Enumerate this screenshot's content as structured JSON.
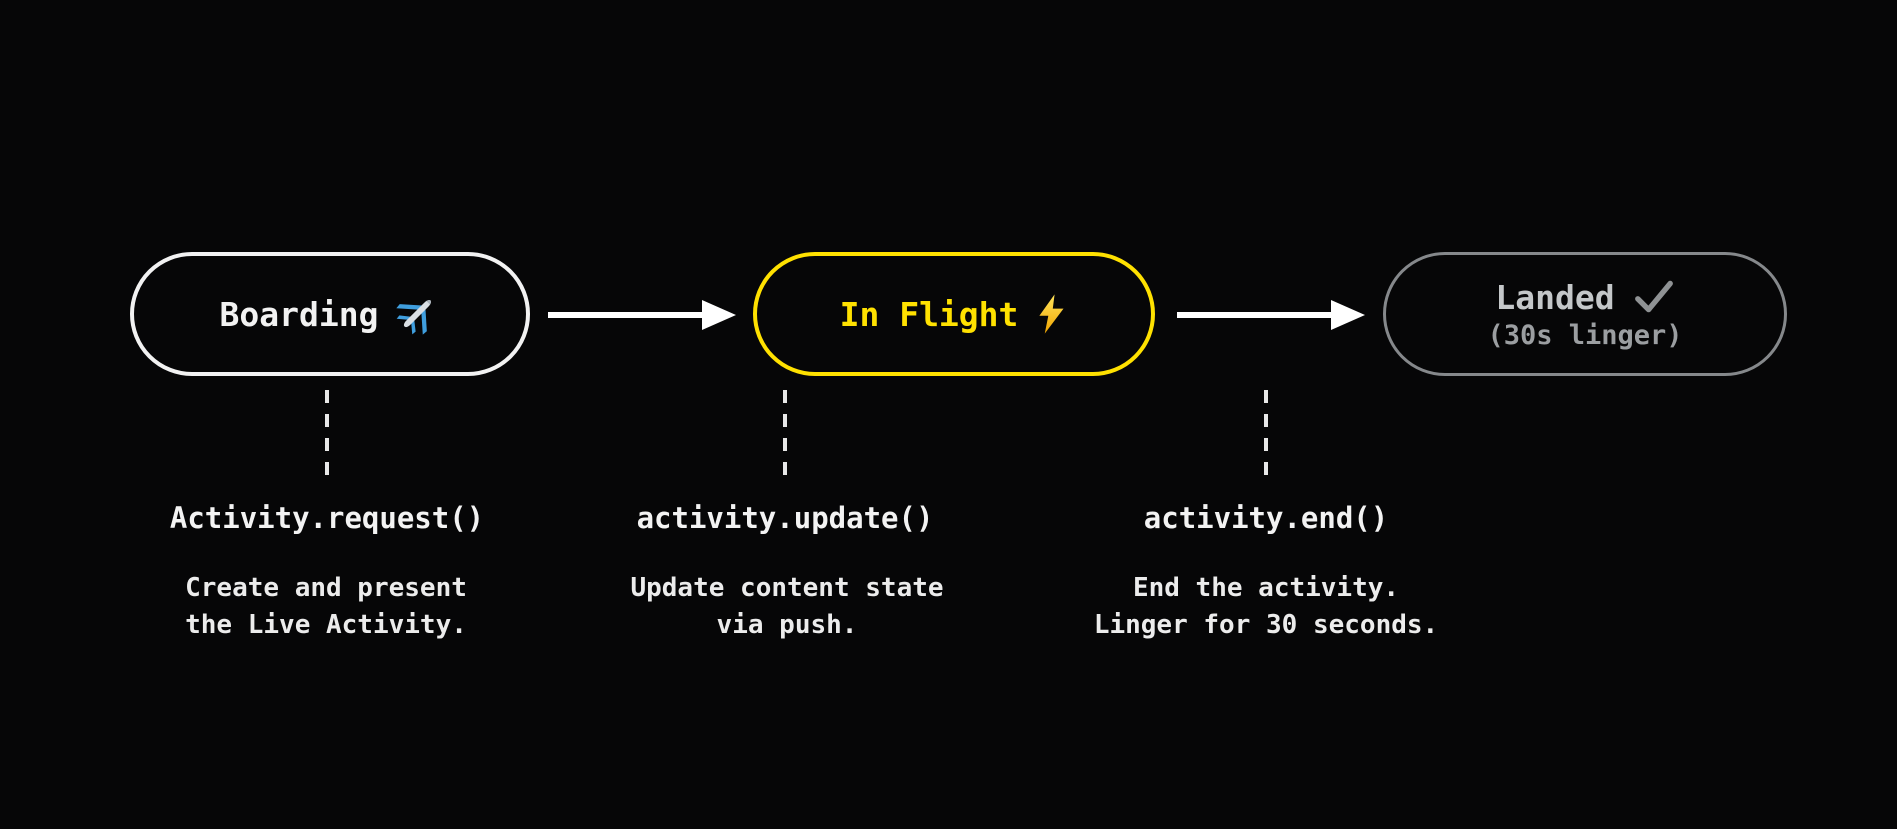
{
  "colors": {
    "background": "#060607",
    "node_boarding_accent": "#f2f2f2",
    "node_inflight_accent": "#ffe100",
    "node_landed_border": "#85888b",
    "node_landed_text": "#c4c7c9",
    "node_landed_subtext": "#9b9ea1",
    "arrow": "#ffffff",
    "dashed_connector": "#e8e8e8",
    "annotation_text": "#f3f3f3"
  },
  "nodes": [
    {
      "label": "Boarding",
      "icon": "airplane-icon"
    },
    {
      "label": "In Flight",
      "icon": "lightning-icon"
    },
    {
      "label": "Landed",
      "icon": "checkmark-icon",
      "sublabel": "(30s linger)"
    }
  ],
  "steps": [
    {
      "code": "Activity.request()",
      "desc_line1": "Create and present",
      "desc_line2": "the Live Activity."
    },
    {
      "code": "activity.update()",
      "desc_line1": "Update content state",
      "desc_line2": "via push."
    },
    {
      "code": "activity.end()",
      "desc_line1": "End the activity.",
      "desc_line2": "Linger for 30 seconds."
    }
  ]
}
